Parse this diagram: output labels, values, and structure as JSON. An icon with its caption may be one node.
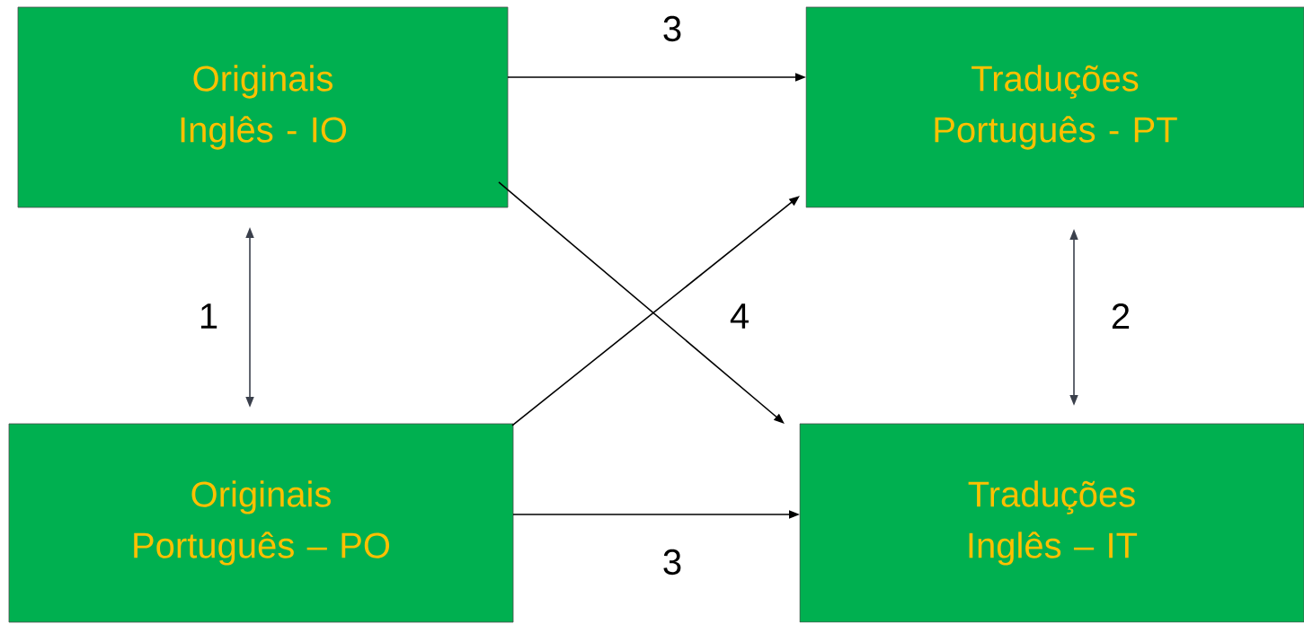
{
  "diagram": {
    "nodes": [
      {
        "text": [
          "Originais Inglês - IO"
        ]
      },
      {
        "text": [
          "Traduções Português - PT"
        ]
      },
      {
        "text": [
          "Originais Português – PO"
        ]
      },
      {
        "text": [
          "Traduções Inglês – IT"
        ]
      }
    ],
    "edges": [
      {
        "from": 0,
        "to": 1,
        "arrow": "to",
        "label": "3"
      },
      {
        "from": 0,
        "to": 2,
        "arrow": "both",
        "label": "1",
        "color": "#3b404c"
      },
      {
        "from": 1,
        "to": 3,
        "arrow": "both",
        "label": "2",
        "color": "#3b404c"
      },
      {
        "from": 0,
        "to": 3,
        "arrow": "to"
      },
      {
        "from": 2,
        "to": 1,
        "arrow": "to"
      },
      {
        "from": 2,
        "to": 3,
        "arrow": "to",
        "label": "3"
      }
    ],
    "labels": [
      "4"
    ]
  }
}
